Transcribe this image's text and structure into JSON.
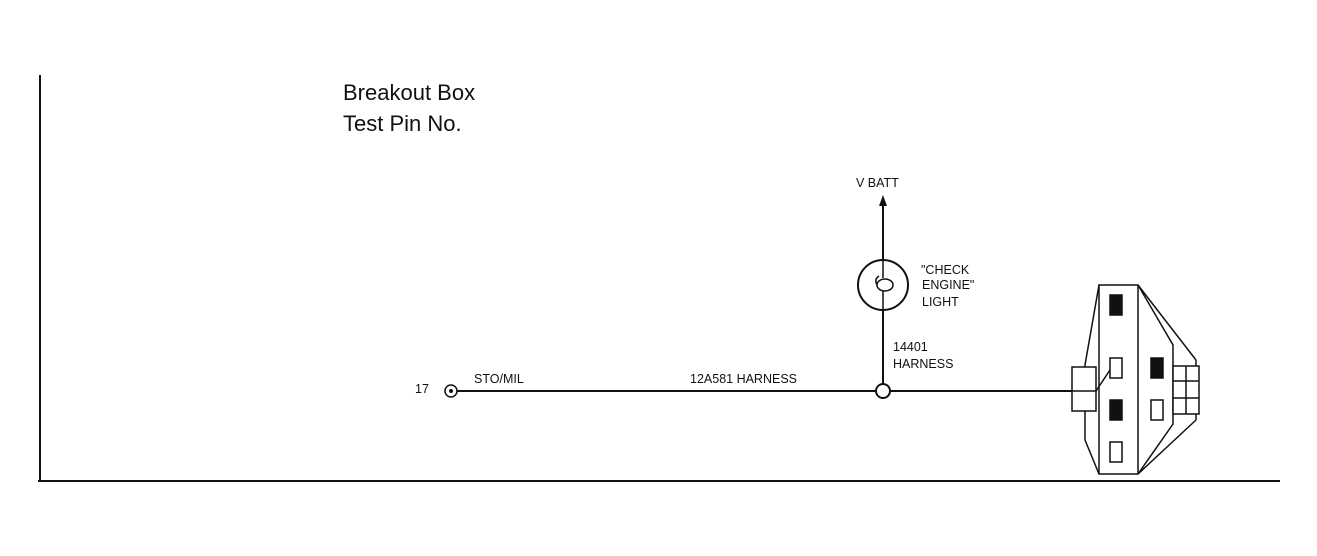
{
  "header": {
    "line1": "Breakout Box",
    "line2": "Test Pin No."
  },
  "test_pin": {
    "number": "17",
    "signal": "STO/MIL"
  },
  "wires": {
    "harness_main": "12A581 HARNESS",
    "harness_branch_number": "14401",
    "harness_branch_label": "HARNESS"
  },
  "power": {
    "label": "V BATT"
  },
  "lamp": {
    "line1": "\"CHECK",
    "line2": "ENGINE\"",
    "line3": "LIGHT"
  }
}
